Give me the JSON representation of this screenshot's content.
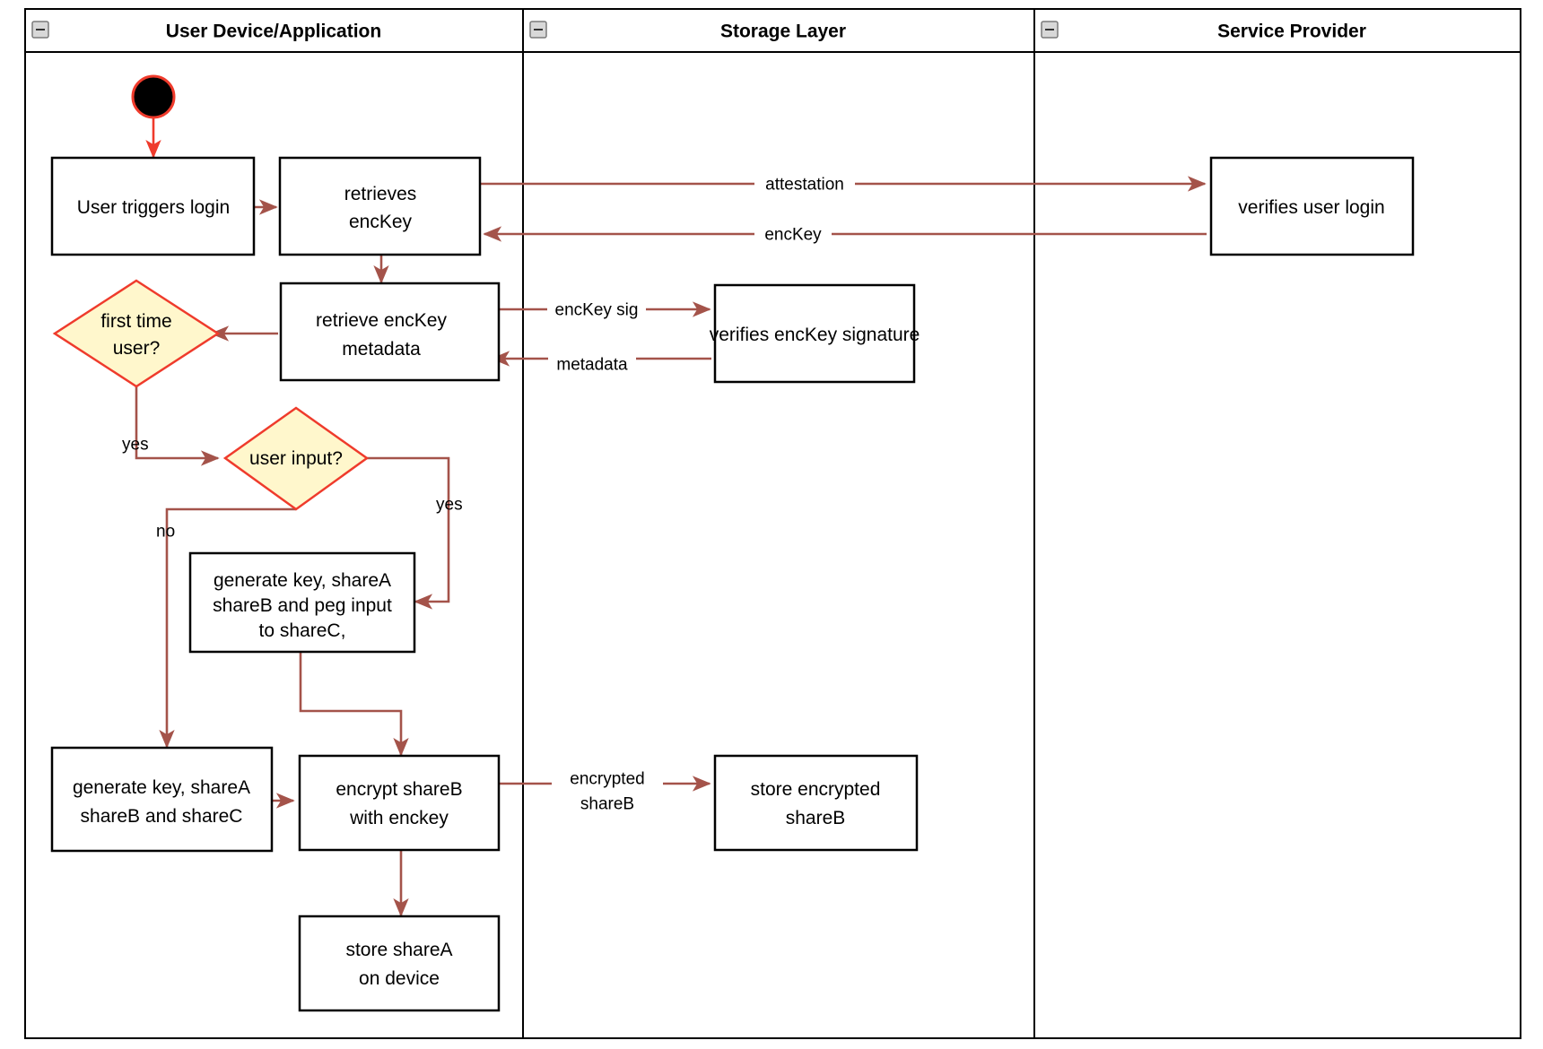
{
  "diagram": {
    "title": "Login and key share provisioning activity diagram",
    "type": "uml-activity-swimlane",
    "colors": {
      "flow_arrow": "#a4534a",
      "start_node_border": "#ef3b2c",
      "decision_fill": "#fff7cc",
      "decision_border": "#ef3b2c",
      "node_border": "#000000",
      "node_fill": "#ffffff",
      "lane_border": "#000000",
      "collapse_icon_fill": "#d8d8d8"
    },
    "lanes": [
      {
        "id": "lane-user-device",
        "title": "User Device/Application",
        "collapse_icon": "minus-icon"
      },
      {
        "id": "lane-storage",
        "title": "Storage Layer",
        "collapse_icon": "minus-icon"
      },
      {
        "id": "lane-service",
        "title": "Service Provider",
        "collapse_icon": "minus-icon"
      }
    ],
    "nodes": [
      {
        "id": "start",
        "lane": "lane-user-device",
        "kind": "initial-node",
        "label": ""
      },
      {
        "id": "user-triggers-login",
        "lane": "lane-user-device",
        "kind": "action",
        "lines": [
          "User triggers login"
        ]
      },
      {
        "id": "retrieves-enckey",
        "lane": "lane-user-device",
        "kind": "action",
        "lines": [
          "retrieves",
          "encKey"
        ]
      },
      {
        "id": "verifies-user-login",
        "lane": "lane-service",
        "kind": "action",
        "lines": [
          "verifies user login"
        ]
      },
      {
        "id": "retrieve-enckey-metadata",
        "lane": "lane-user-device",
        "kind": "action",
        "lines": [
          "retrieve encKey",
          "metadata"
        ]
      },
      {
        "id": "verifies-enckey-signature",
        "lane": "lane-storage",
        "kind": "action",
        "lines": [
          "verifies encKey signature"
        ]
      },
      {
        "id": "first-time-user",
        "lane": "lane-user-device",
        "kind": "decision",
        "lines": [
          "first time",
          "user?"
        ]
      },
      {
        "id": "user-input",
        "lane": "lane-user-device",
        "kind": "decision",
        "lines": [
          "user input?"
        ]
      },
      {
        "id": "generate-key-peg",
        "lane": "lane-user-device",
        "kind": "action",
        "lines": [
          "generate key, shareA",
          "shareB and peg input",
          "to shareC,"
        ]
      },
      {
        "id": "generate-key-sharec",
        "lane": "lane-user-device",
        "kind": "action",
        "lines": [
          "generate key, shareA",
          "shareB and shareC"
        ]
      },
      {
        "id": "encrypt-shareb",
        "lane": "lane-user-device",
        "kind": "action",
        "lines": [
          "encrypt shareB",
          "with enckey"
        ]
      },
      {
        "id": "store-encrypted-shareb",
        "lane": "lane-storage",
        "kind": "action",
        "lines": [
          "store encrypted",
          "shareB"
        ]
      },
      {
        "id": "store-sharea",
        "lane": "lane-user-device",
        "kind": "action",
        "lines": [
          "store shareA",
          "on device"
        ]
      }
    ],
    "edges": [
      {
        "id": "e-start",
        "from": "start",
        "to": "user-triggers-login",
        "label": ""
      },
      {
        "id": "e-login-retrieve",
        "from": "user-triggers-login",
        "to": "retrieves-enckey",
        "label": ""
      },
      {
        "id": "e-attestation",
        "from": "retrieves-enckey",
        "to": "verifies-user-login",
        "label": "attestation"
      },
      {
        "id": "e-enckey",
        "from": "verifies-user-login",
        "to": "retrieves-enckey",
        "label": "encKey"
      },
      {
        "id": "e-retrieve-meta",
        "from": "retrieves-enckey",
        "to": "retrieve-enckey-metadata",
        "label": ""
      },
      {
        "id": "e-enckey-sig",
        "from": "retrieve-enckey-metadata",
        "to": "verifies-enckey-signature",
        "label": "encKey sig"
      },
      {
        "id": "e-metadata",
        "from": "verifies-enckey-signature",
        "to": "retrieve-enckey-metadata",
        "label": "metadata"
      },
      {
        "id": "e-meta-first",
        "from": "retrieve-enckey-metadata",
        "to": "first-time-user",
        "label": ""
      },
      {
        "id": "e-first-yes",
        "from": "first-time-user",
        "to": "user-input",
        "label": "yes"
      },
      {
        "id": "e-input-yes",
        "from": "user-input",
        "to": "generate-key-peg",
        "label": "yes"
      },
      {
        "id": "e-input-no",
        "from": "user-input",
        "to": "generate-key-sharec",
        "label": "no"
      },
      {
        "id": "e-peg-encrypt",
        "from": "generate-key-peg",
        "to": "encrypt-shareb",
        "label": ""
      },
      {
        "id": "e-sharec-encrypt",
        "from": "generate-key-sharec",
        "to": "encrypt-shareb",
        "label": ""
      },
      {
        "id": "e-encrypted-shareb",
        "from": "encrypt-shareb",
        "to": "store-encrypted-shareb",
        "lines": [
          "encrypted",
          "shareB"
        ]
      },
      {
        "id": "e-store-sharea",
        "from": "encrypt-shareb",
        "to": "store-sharea",
        "label": ""
      }
    ],
    "labels": {
      "lane1_title": "User Device/Application",
      "lane2_title": "Storage Layer",
      "lane3_title": "Service Provider",
      "n_user_triggers_login_l1": "User triggers login",
      "n_retrieves_l1": "retrieves",
      "n_retrieves_l2": "encKey",
      "n_verifies_user_login_l1": "verifies user login",
      "n_retrieve_meta_l1": "retrieve encKey",
      "n_retrieve_meta_l2": "metadata",
      "n_verifies_sig_l1": "verifies encKey signature",
      "n_first_time_l1": "first time",
      "n_first_time_l2": "user?",
      "n_user_input_l1": "user input?",
      "n_gen_peg_l1": "generate key, shareA",
      "n_gen_peg_l2": "shareB and peg input",
      "n_gen_peg_l3": "to shareC,",
      "n_gen_sharec_l1": "generate key, shareA",
      "n_gen_sharec_l2": "shareB and shareC",
      "n_encrypt_l1": "encrypt shareB",
      "n_encrypt_l2": "with enckey",
      "n_store_enc_l1": "store encrypted",
      "n_store_enc_l2": "shareB",
      "n_store_sharea_l1": "store shareA",
      "n_store_sharea_l2": "on device",
      "e_attestation": "attestation",
      "e_enckey": "encKey",
      "e_enckey_sig": "encKey sig",
      "e_metadata": "metadata",
      "e_yes_first": "yes",
      "e_yes_input": "yes",
      "e_no_input": "no",
      "e_encrypted_l1": "encrypted",
      "e_encrypted_l2": "shareB"
    }
  }
}
